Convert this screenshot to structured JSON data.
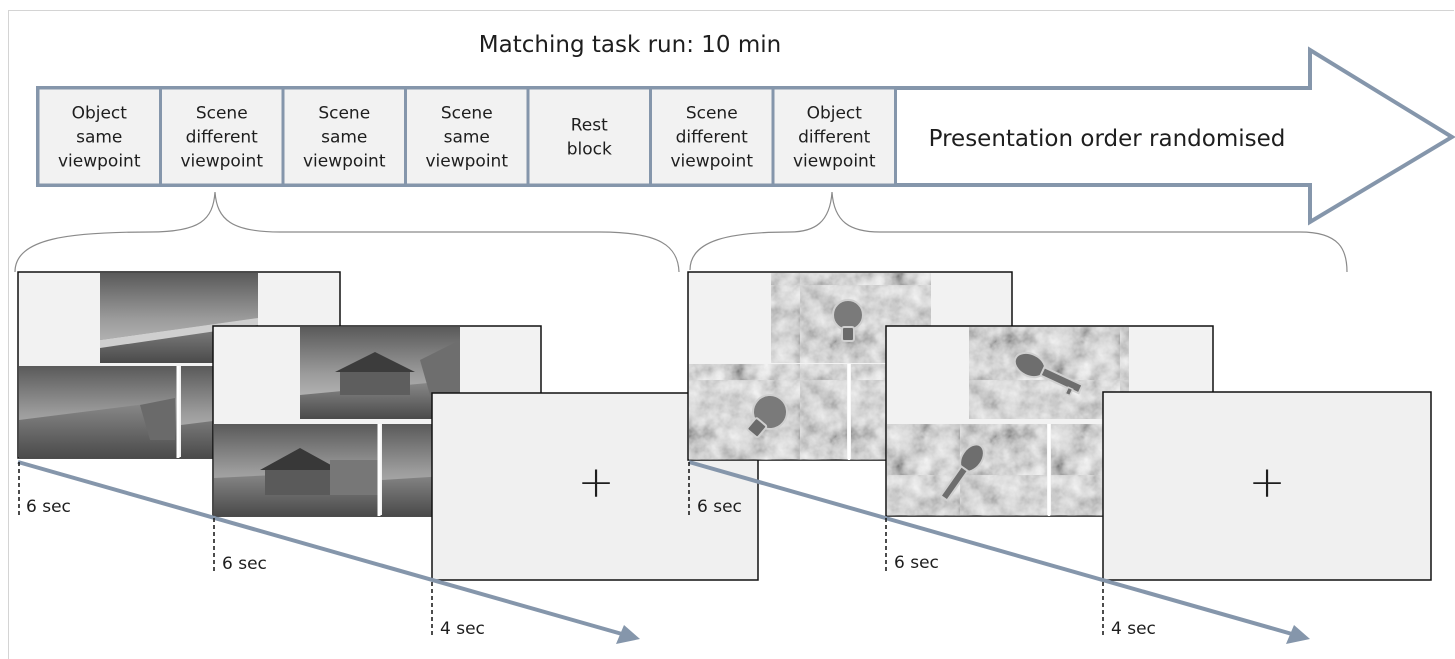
{
  "title": "Matching task run: 10 min",
  "blocks": [
    {
      "lines": [
        "Object",
        "same",
        "viewpoint"
      ]
    },
    {
      "lines": [
        "Scene",
        "different",
        "viewpoint"
      ]
    },
    {
      "lines": [
        "Scene",
        "same",
        "viewpoint"
      ]
    },
    {
      "lines": [
        "Scene",
        "same",
        "viewpoint"
      ]
    },
    {
      "lines": [
        "Rest",
        "block"
      ]
    },
    {
      "lines": [
        "Scene",
        "different",
        "viewpoint"
      ]
    },
    {
      "lines": [
        "Object",
        "different",
        "viewpoint"
      ]
    }
  ],
  "randomised_label": "Presentation order randomised",
  "timing": {
    "left": [
      "6 sec",
      "6 sec",
      "4 sec"
    ],
    "right": [
      "6 sec",
      "6 sec",
      "4 sec"
    ]
  },
  "fixation_symbol": "+",
  "stimuli": {
    "left_example": "scene",
    "right_example": "object",
    "objects": [
      "bulb-icon",
      "key-icon"
    ]
  },
  "colors": {
    "arrow_stroke": "#8596ab",
    "block_fill": "#f2f2f2",
    "fixation_fill": "#f0f0f0"
  }
}
